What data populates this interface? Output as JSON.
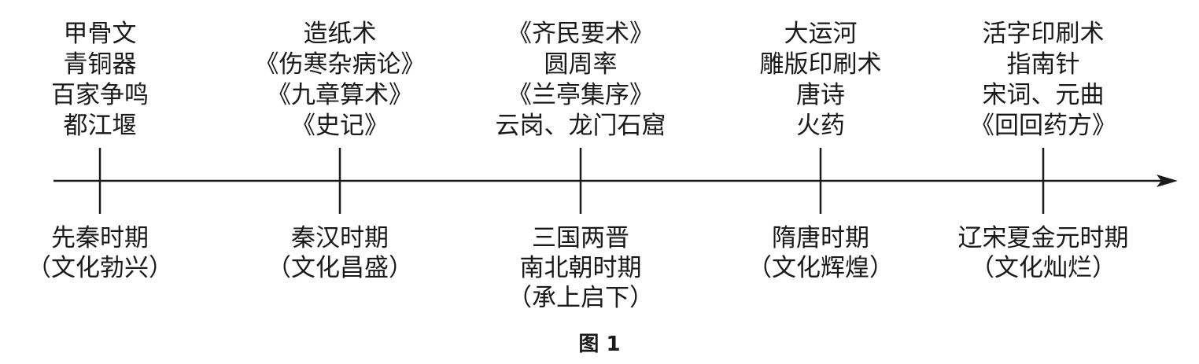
{
  "periods": [
    {
      "events": [
        "甲骨文",
        "青铜器",
        "百家争鸣",
        "都江堰"
      ],
      "label": [
        "先秦时期",
        "（文化勃兴）"
      ]
    },
    {
      "events": [
        "造纸术",
        "《伤寒杂病论》",
        "《九章算术》",
        "《史记》"
      ],
      "label": [
        "秦汉时期",
        "（文化昌盛）"
      ]
    },
    {
      "events": [
        "《齐民要术》",
        "圆周率",
        "《兰亭集序》",
        "云岗、龙门石窟"
      ],
      "label": [
        "三国两晋",
        "南北朝时期",
        "（承上启下）"
      ]
    },
    {
      "events": [
        "大运河",
        "雕版印刷术",
        "唐诗",
        "火药"
      ],
      "label": [
        "隋唐时期",
        "（文化辉煌）"
      ]
    },
    {
      "events": [
        "活字印刷术",
        "指南针",
        "宋词、元曲",
        "《回回药方》"
      ],
      "label": [
        "辽宋夏金元时期",
        "（文化灿烂）"
      ]
    }
  ],
  "caption": "图 1"
}
